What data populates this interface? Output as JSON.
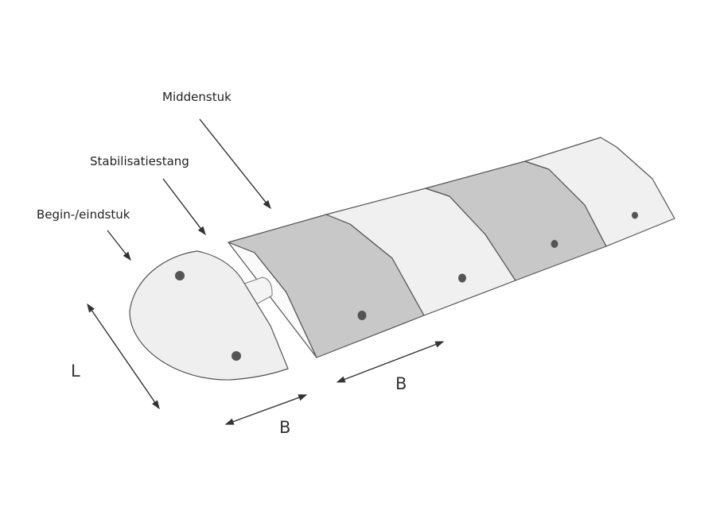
{
  "labels": {
    "middle_piece": "Middenstuk",
    "stabilisation_rod": "Stabilisatiestang",
    "end_piece": "Begin-/eindstuk"
  },
  "dimensions": {
    "length": "L",
    "width_end_piece": "B",
    "width_middle_segment": "B"
  },
  "colors": {
    "gray_segment": "#c8c8c8",
    "light_segment": "#f0f0f0",
    "outline": "#555555",
    "bolt": "#555555"
  }
}
